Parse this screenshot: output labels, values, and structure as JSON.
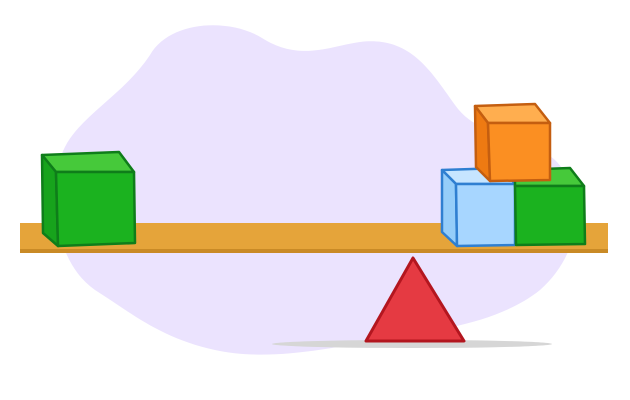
{
  "colors": {
    "background": "#ffffff",
    "blob": "#ebe3fe",
    "plank": "#e5a43a",
    "plank_shadow": "#c98a26",
    "fulcrum": "#e53a42",
    "fulcrum_edge": "#b3161f",
    "green_cube": "#1bb21f",
    "green_cube_edge": "#0f7d1a",
    "orange_cube": "#fb8f22",
    "orange_cube_edge": "#c45e10",
    "blue_cube": "#a7d6ff",
    "blue_cube_edge": "#2f7fd1",
    "ground_shadow": "#d9d9d9"
  },
  "scene": {
    "left_side": {
      "cubes": [
        {
          "color": "green"
        }
      ]
    },
    "right_side": {
      "cubes": [
        {
          "color": "blue"
        },
        {
          "color": "green"
        },
        {
          "color": "orange"
        }
      ]
    }
  }
}
